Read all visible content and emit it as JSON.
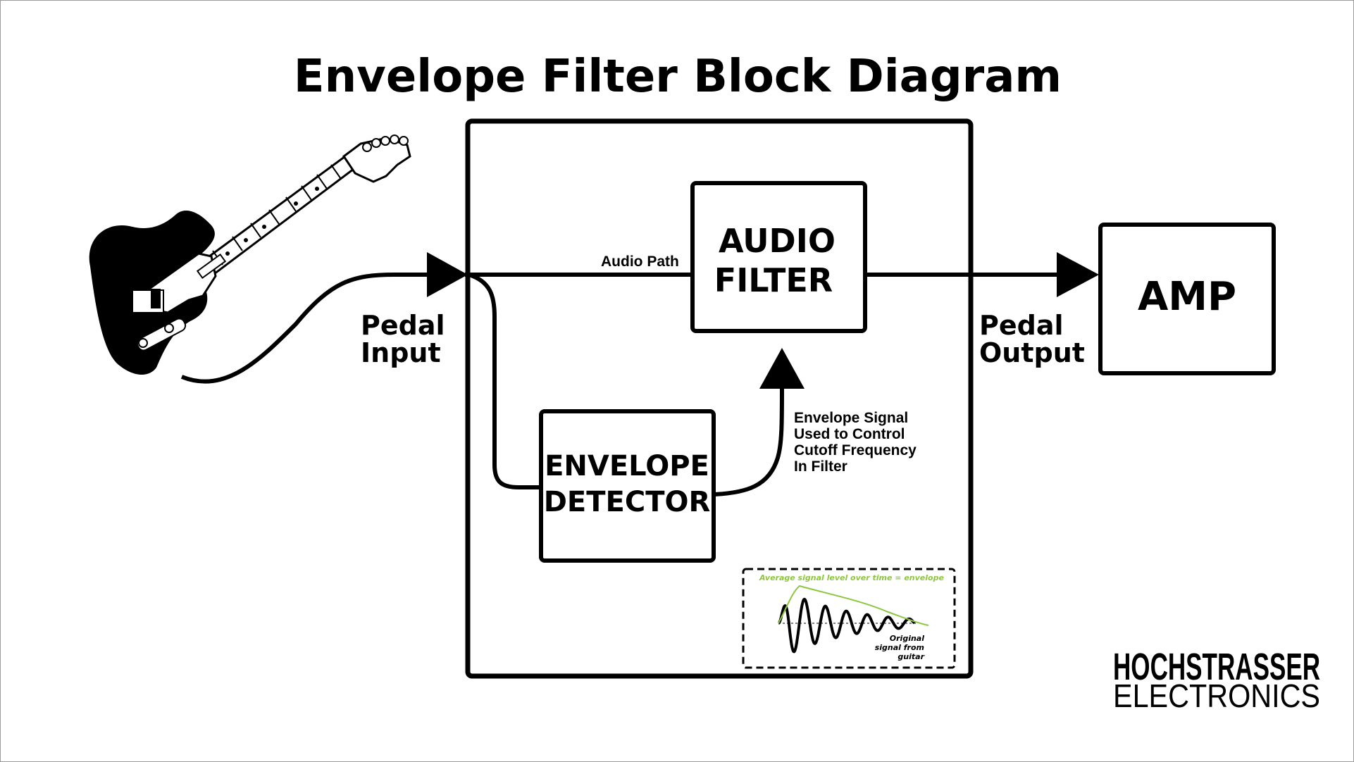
{
  "title": "Envelope Filter Block Diagram",
  "blocks": {
    "audio_filter": [
      "AUDIO",
      "FILTER"
    ],
    "envelope_detector": [
      "ENVELOPE",
      "DETECTOR"
    ],
    "amp": "AMP"
  },
  "labels": {
    "pedal_input": [
      "Pedal",
      "Input"
    ],
    "pedal_output": [
      "Pedal",
      "Output"
    ],
    "audio_path": "Audio Path",
    "envelope_signal": [
      "Envelope Signal",
      "Used to Control",
      "Cutoff Frequency",
      "In Filter"
    ]
  },
  "inset": {
    "caption": "Average signal level over time = envelope",
    "signal_label": [
      "Original",
      "signal from",
      "guitar"
    ]
  },
  "logo": {
    "line1": "HOCHSTRASSER",
    "line2": "ELECTRONICS"
  },
  "colors": {
    "ink": "#000000",
    "envelope": "#8dc63f",
    "background": "#ffffff"
  }
}
